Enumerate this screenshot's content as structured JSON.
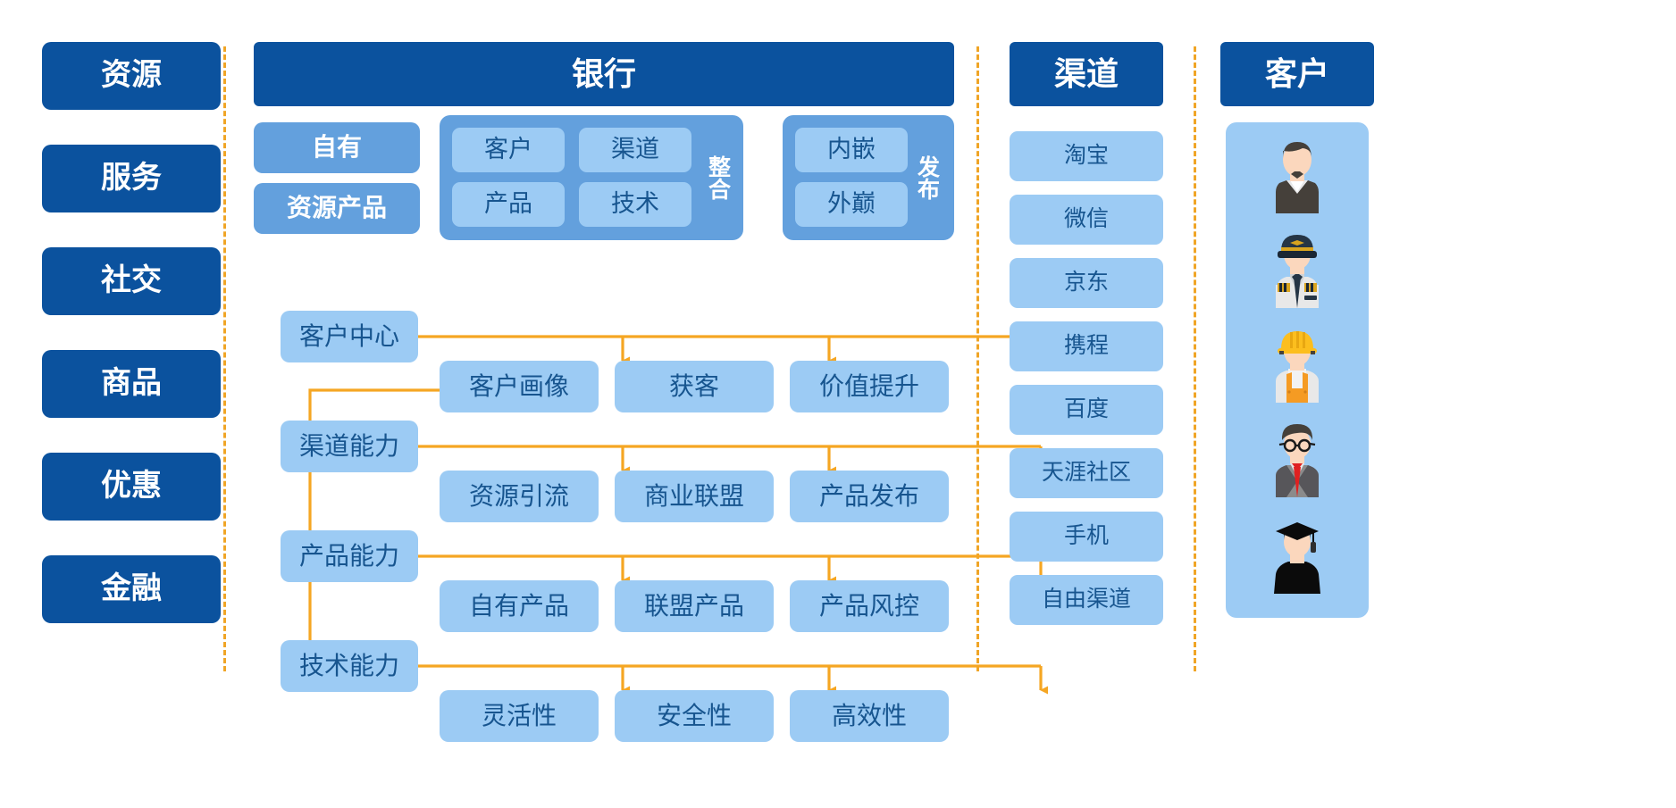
{
  "colors": {
    "dark_blue": "#0b529e",
    "mid_blue": "#63a0dd",
    "light_blue": "#9ccbf4",
    "text_blue": "#17558f",
    "arrow_orange": "#f5a623",
    "divider_orange": "#f0a526",
    "white": "#ffffff"
  },
  "resources": {
    "label": "resource-column",
    "items": [
      {
        "label": "资源"
      },
      {
        "label": "服务"
      },
      {
        "label": "社交"
      },
      {
        "label": "商品"
      },
      {
        "label": "优惠"
      },
      {
        "label": "金融"
      }
    ]
  },
  "bank": {
    "title": "银行",
    "own": {
      "group_label": "自有资源产品",
      "items": [
        {
          "label": "自有"
        },
        {
          "label": "资源产品"
        }
      ]
    },
    "integration": {
      "vertical_label": "整合",
      "items": [
        {
          "label": "客户"
        },
        {
          "label": "渠道"
        },
        {
          "label": "产品"
        },
        {
          "label": "技术"
        }
      ]
    },
    "publish": {
      "vertical_label": "发布",
      "items": [
        {
          "label": "内嵌"
        },
        {
          "label": "外巅"
        }
      ]
    },
    "flow_rows": [
      {
        "source": "客户中心",
        "targets": [
          "客户画像",
          "获客",
          "价值提升"
        ]
      },
      {
        "source": "渠道能力",
        "targets": [
          "资源引流",
          "商业联盟",
          "产品发布"
        ]
      },
      {
        "source": "产品能力",
        "targets": [
          "自有产品",
          "联盟产品",
          "产品风控"
        ]
      },
      {
        "source": "技术能力",
        "targets": [
          "灵活性",
          "安全性",
          "高效性"
        ]
      }
    ]
  },
  "channel": {
    "title": "渠道",
    "items": [
      {
        "label": "淘宝"
      },
      {
        "label": "微信"
      },
      {
        "label": "京东"
      },
      {
        "label": "携程"
      },
      {
        "label": "百度"
      },
      {
        "label": "天涯社区"
      },
      {
        "label": "手机"
      },
      {
        "label": "自由渠道"
      }
    ]
  },
  "customer": {
    "title": "客户",
    "avatars": [
      {
        "name": "waiter-avatar"
      },
      {
        "name": "pilot-avatar"
      },
      {
        "name": "construction-worker-avatar"
      },
      {
        "name": "businessman-avatar"
      },
      {
        "name": "graduate-avatar"
      }
    ]
  }
}
